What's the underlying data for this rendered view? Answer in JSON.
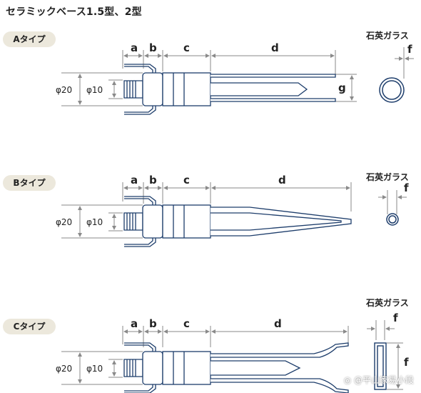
{
  "title": "セラミックベース1.5型、2型",
  "types": [
    {
      "label": "Aタイプ"
    },
    {
      "label": "Bタイプ"
    },
    {
      "label": "Cタイプ"
    }
  ],
  "dims": {
    "a": "a",
    "b": "b",
    "c": "c",
    "d": "d",
    "phi20": "φ20",
    "phi10": "φ10",
    "g": "g",
    "f": "f"
  },
  "quartz_label": "石英ガラス",
  "watermark": "◎ @平山家易小段",
  "colors": {
    "outline": "#1d3d6b",
    "dim": "#8a8a8a"
  }
}
